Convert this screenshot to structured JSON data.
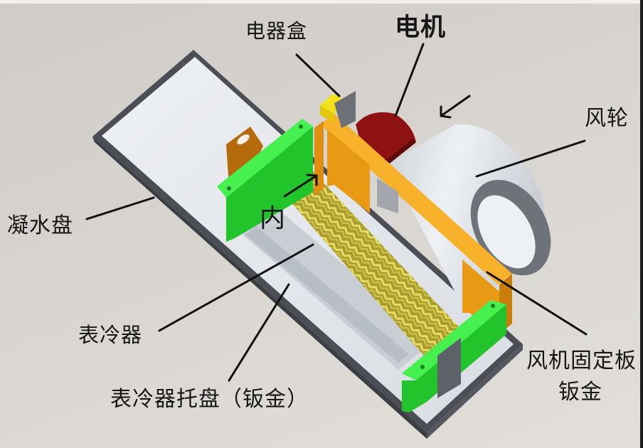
{
  "diagram": {
    "subject": "Fan coil unit 3D assembly",
    "labels": {
      "electrical_box": "电器盒",
      "motor": "电机",
      "fan_wheel": "风轮",
      "drain_pan": "凝水盘",
      "inner_marker": "内",
      "cooling_coil": "表冷器",
      "coil_tray": "表冷器托盘（钣金）",
      "fan_mount_plate_line1": "风机固定板",
      "fan_mount_plate_line2": "钣金"
    },
    "colors": {
      "background": "#d6d3ce",
      "drain_pan": "#e4e7ec",
      "pan_rim": "#4b4f55",
      "side_plate_green": "#2fe03a",
      "mount_plate_orange": "#f0a21a",
      "electrical_box_yellow": "#f2e21c",
      "motor_red": "#8e1212",
      "fan_wheel_grey": "#dfe3e8",
      "coil_fins": "#cfc24a",
      "leader_line": "#111111"
    }
  }
}
